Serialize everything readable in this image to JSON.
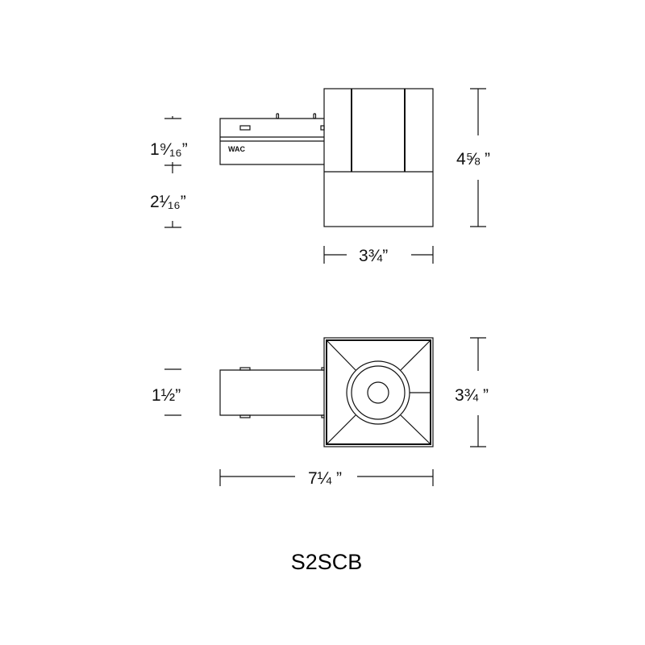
{
  "model": "S2SCB",
  "logo_text": "WAC",
  "side_view": {
    "dim_upper_left": "1⁹⁄₁₆”",
    "dim_lower_left": "2¹⁄₁₆”",
    "dim_height": "4⅝ ”",
    "dim_width": "3¾”"
  },
  "top_view": {
    "dim_arm_height": "1½”",
    "dim_height": "3¾ ”",
    "dim_total_width": "7¼ ”"
  }
}
